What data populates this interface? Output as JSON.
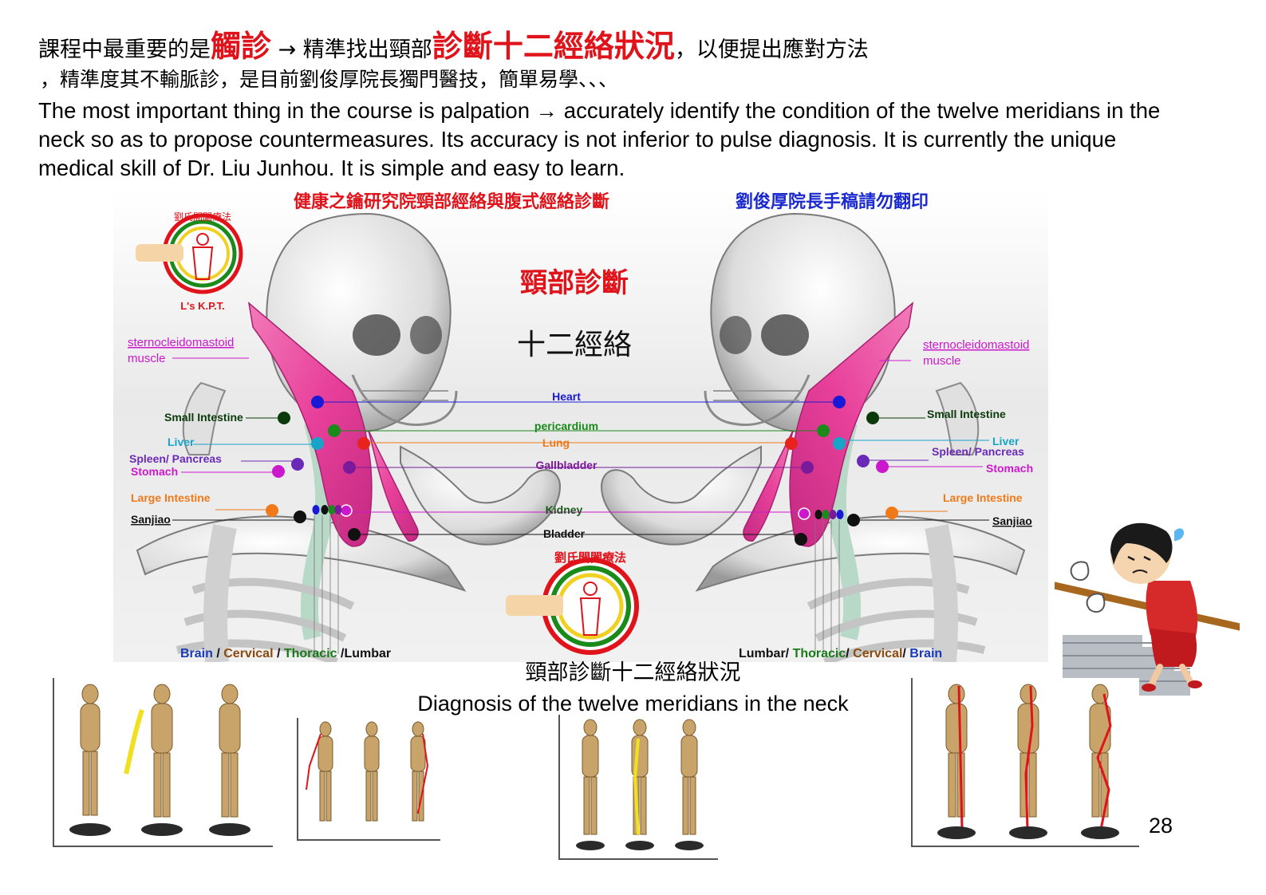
{
  "heading": {
    "zh_line1_pre": "課程中最重要的是",
    "zh_line1_em1": "觸診",
    "zh_line1_mid": " → 精準找出頸部",
    "zh_line1_em2": "診斷十二經絡狀況",
    "zh_line1_post": "，以便提出應對方法",
    "zh_line2": "，精準度其不輸脈診，是目前劉俊厚院長獨門醫技，簡單易學、、、",
    "en_text": "The most important thing in the course is palpation → accurately identify the condition of the twelve meridians in the neck so as to propose countermeasures. Its accuracy is not inferior to pulse diagnosis. It is currently the unique medical skill of Dr. Liu Junhou. It is simple and easy to learn."
  },
  "figure": {
    "credit_red": "健康之鑰研究院頸部經絡與腹式經絡診斷",
    "credit_blue": "劉俊厚院長手稿請勿翻印",
    "title": "頸部診斷",
    "subtitle": "十二經絡",
    "logo_text": "劉氏開闔療法",
    "logo_mark": "L's K.P.T.",
    "muscle_label_1": "sternocleidomastoid",
    "muscle_label_2": "muscle",
    "left_labels": [
      "Small Intestine",
      "Liver",
      "Spleen/ Pancreas",
      "Stomach",
      "Large Intestine",
      "Sanjiao"
    ],
    "right_labels": [
      "Small Intestine",
      "Liver",
      "Spleen/ Pancreas",
      "Stomach",
      "Large Intestine",
      "Sanjiao"
    ],
    "center_labels": [
      "Heart",
      "pericardium",
      "Lung",
      "Gallbladder",
      "Kidney",
      "Bladder"
    ],
    "legend_left": [
      "Brain",
      " / ",
      "Cervical",
      " / ",
      "Thoracic",
      " /Lumbar"
    ],
    "legend_right": [
      "Lumbar/ ",
      "Thoracic",
      "/ ",
      "Cervical",
      "/ ",
      "Brain"
    ],
    "colors": {
      "heart": "#1a1ad6",
      "pericardium": "#1a8a1a",
      "lung": "#e8231e",
      "gallbladder": "#7a1a9a",
      "kidney": "#7a1a9a",
      "bladder": "#111111",
      "small_intestine": "#0a3a0a",
      "liver": "#17a4c8",
      "spleen": "#6a2ab8",
      "stomach": "#cc18cc",
      "large_intestine": "#f07a1a",
      "sanjiao": "#111111",
      "muscle": "#e8409a",
      "brain": "#1a3ab8",
      "cervical": "#8a4a10",
      "thoracic": "#1a7a1a"
    }
  },
  "caption": {
    "zh": "頸部診斷十二經絡狀況",
    "en": "Diagnosis of the twelve meridians in the neck"
  },
  "page_number": "28"
}
